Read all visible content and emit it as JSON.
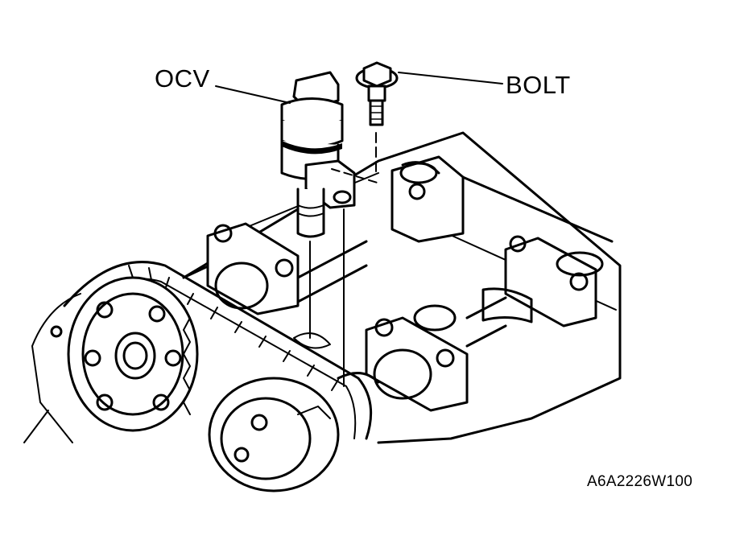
{
  "labels": {
    "ocv": "OCV",
    "bolt": "BOLT",
    "figure_code": "A6A2226W100"
  },
  "colors": {
    "ink": "#000000",
    "paper": "#ffffff"
  }
}
